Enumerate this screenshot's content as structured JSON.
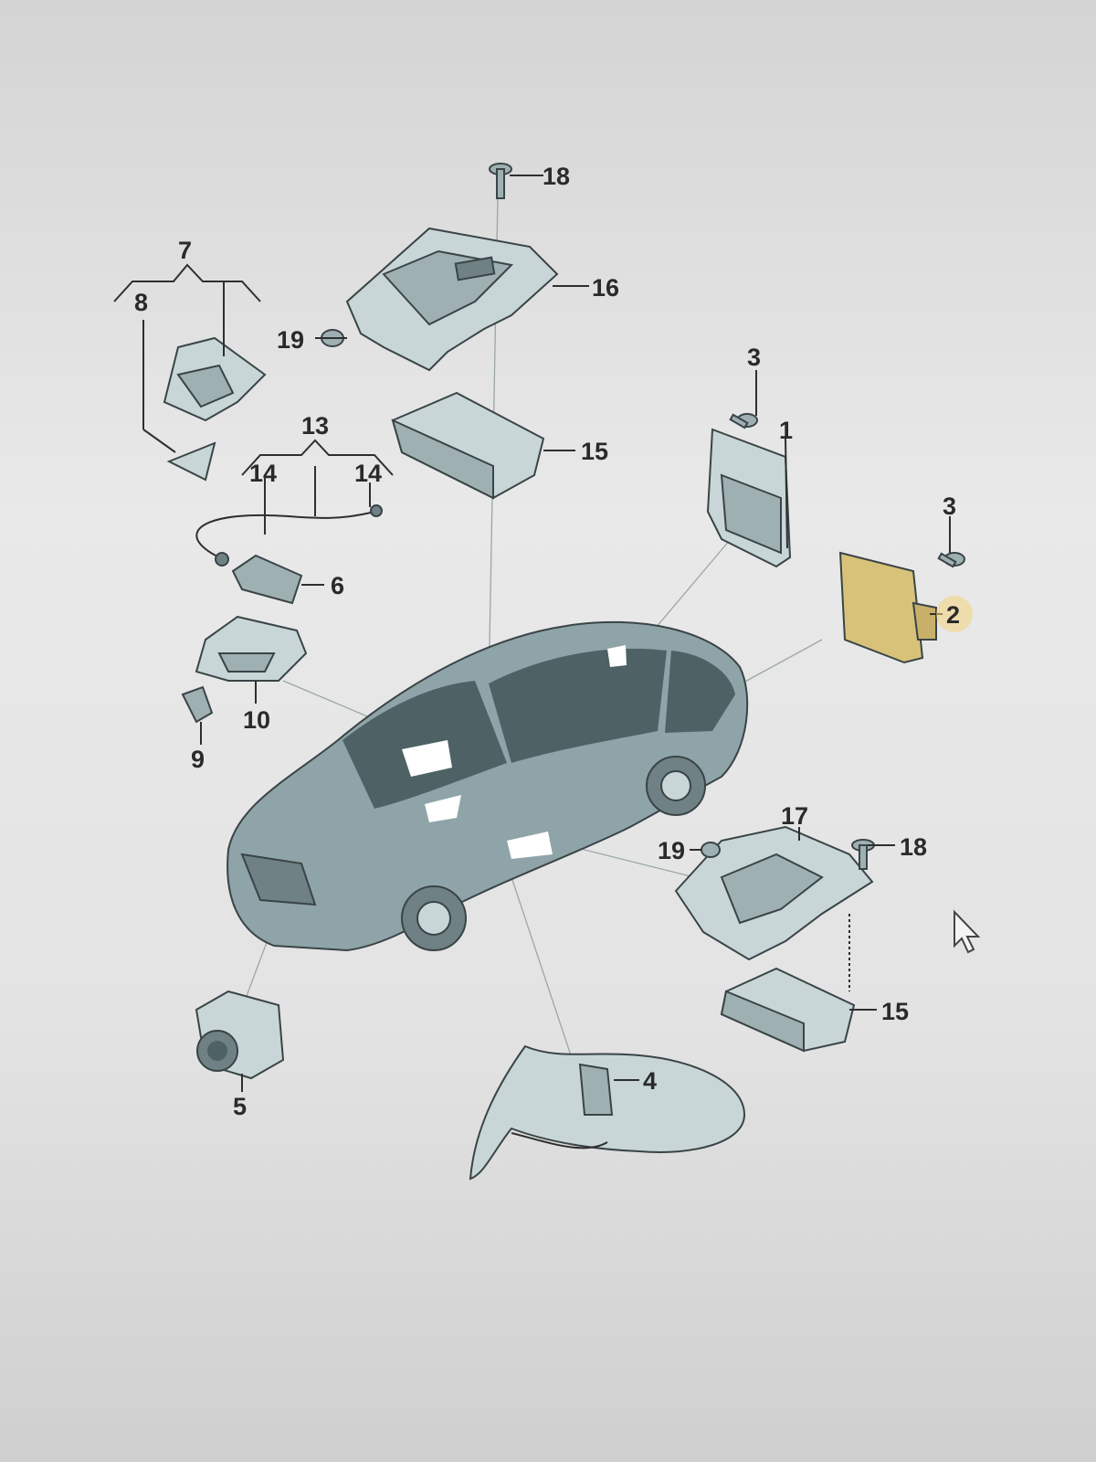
{
  "diagram": {
    "callouts": {
      "c1": "1",
      "c2": "2",
      "c3a": "3",
      "c3b": "3",
      "c4": "4",
      "c5": "5",
      "c6": "6",
      "c7": "7",
      "c8": "8",
      "c9": "9",
      "c10": "10",
      "c13": "13",
      "c14a": "14",
      "c14b": "14",
      "c15a": "15",
      "c15b": "15",
      "c16": "16",
      "c17": "17",
      "c18a": "18",
      "c18b": "18",
      "c19a": "19",
      "c19b": "19"
    },
    "highlighted_part": "2",
    "colors": {
      "highlight": "#f3d27a",
      "part_accent": "#d8c27a",
      "car_body": "#8fa4a8"
    }
  }
}
